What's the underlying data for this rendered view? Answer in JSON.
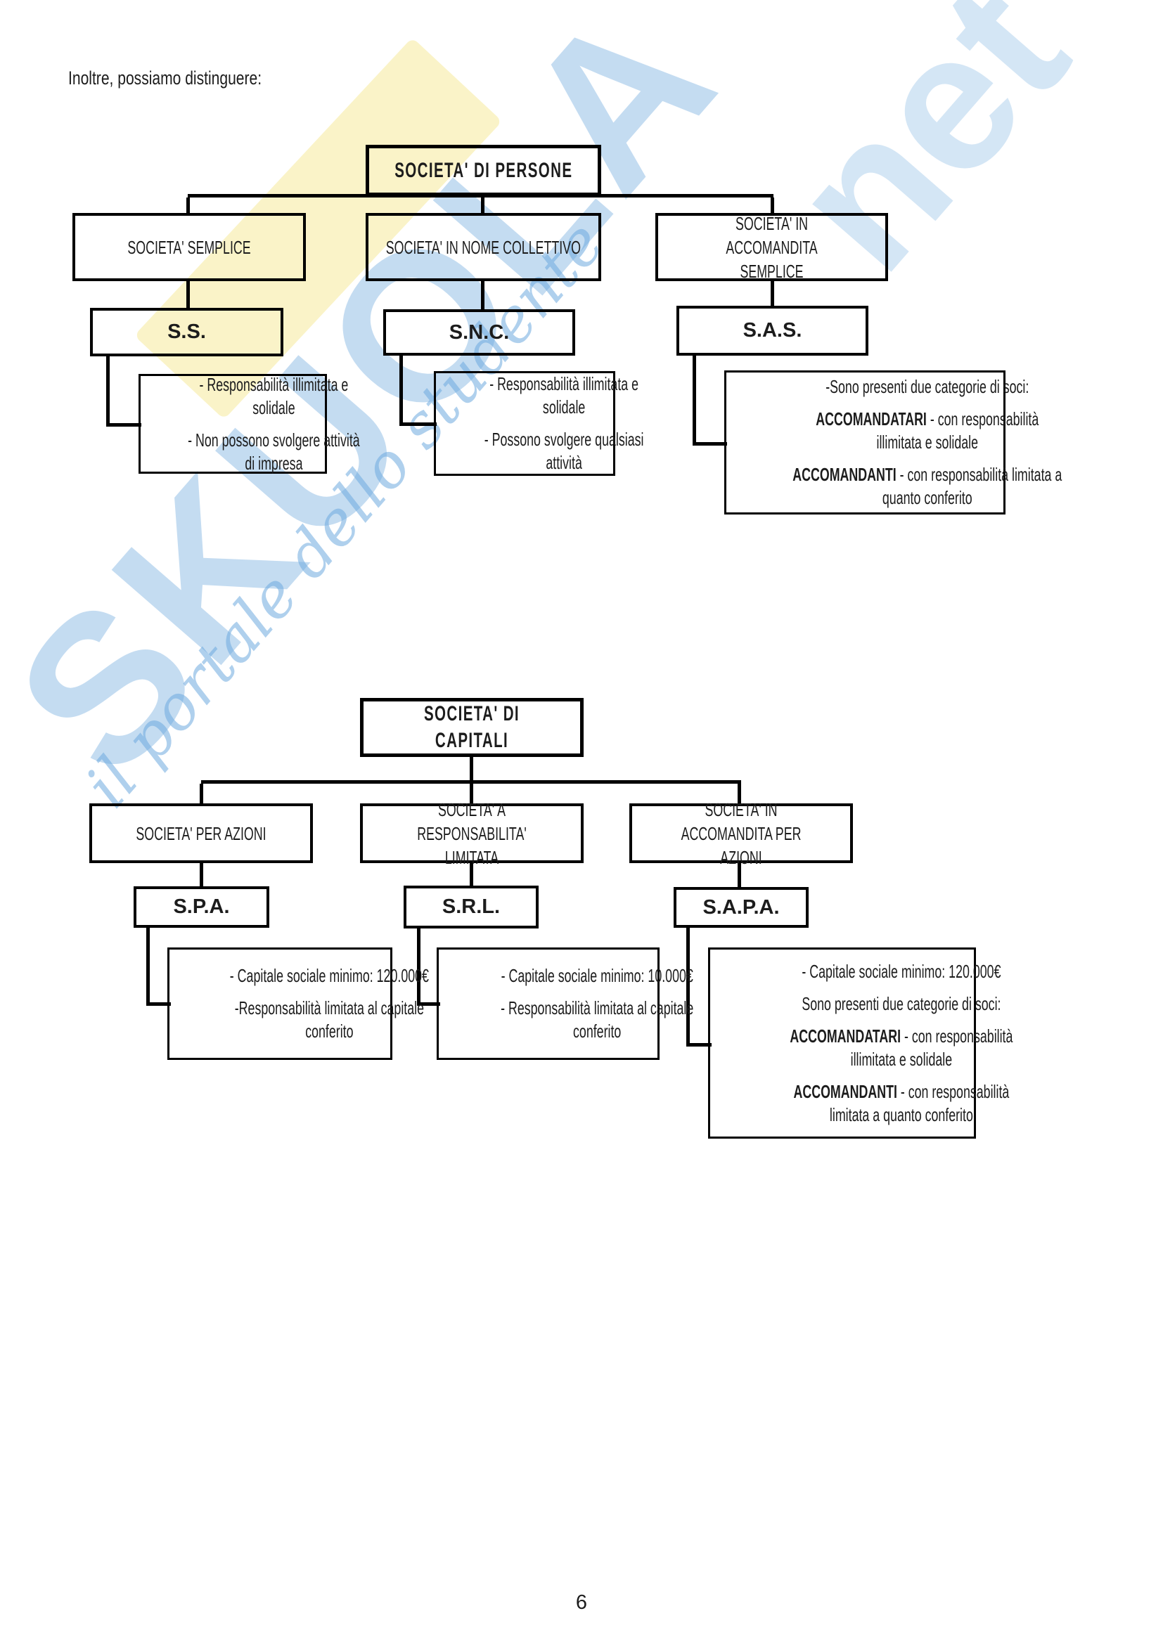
{
  "page": {
    "intro": "Inoltre, possiamo distinguere:",
    "page_number": "6"
  },
  "watermark": {
    "brand": "SKUOLA",
    "suffix": "net",
    "tagline": "il portale dello studente",
    "letter_blue": "#94bfe5",
    "script_blue": "#6eaade",
    "band_yellow": "#faf3c8"
  },
  "diagrams": [
    {
      "title": "SOCIETA' DI PERSONE",
      "children": [
        "SOCIETA' SEMPLICE",
        "SOCIETA' IN NOME COLLETTIVO",
        "SOCIETA' IN ACCOMANDITA SEMPLICE"
      ],
      "acronyms": [
        "S.S.",
        "S.N.C.",
        "S.A.S."
      ],
      "details": [
        {
          "lines": [
            "- Responsabilità illimitata e solidale",
            "- Non possono svolgere attività di impresa"
          ]
        },
        {
          "lines": [
            "- Responsabilità illimitata e solidale",
            "- Possono svolgere qualsiasi attività"
          ]
        },
        {
          "intro": "-Sono presenti due categorie di soci:",
          "categories": [
            {
              "lead": "ACCOMANDATARI",
              "rest": " - con responsabilità illimitata e solidale"
            },
            {
              "lead": "ACCOMANDANTI",
              "rest": " - con responsabilità limitata a quanto conferito"
            }
          ]
        }
      ]
    },
    {
      "title": "SOCIETA' DI CAPITALI",
      "children": [
        "SOCIETA' PER AZIONI",
        "SOCIETA' A RESPONSABILITA' LIMITATA",
        "SOCIETA' IN ACCOMANDITA PER AZIONI"
      ],
      "acronyms": [
        "S.P.A.",
        "S.R.L.",
        "S.A.P.A."
      ],
      "details": [
        {
          "lines": [
            "- Capitale sociale minimo: 120.000€",
            "-Responsabilità limitata al capitale conferito"
          ]
        },
        {
          "lines": [
            "- Capitale sociale minimo: 10.000€",
            "- Responsabilità limitata al capitale conferito"
          ]
        },
        {
          "lines": [
            "- Capitale sociale minimo: 120.000€",
            "Sono presenti due categorie di soci:"
          ],
          "categories": [
            {
              "lead": "ACCOMANDATARI",
              "rest": " - con responsabilità illimitata e solidale"
            },
            {
              "lead": "ACCOMANDANTI",
              "rest": " - con responsabilità limitata a quanto conferito"
            }
          ]
        }
      ]
    }
  ]
}
